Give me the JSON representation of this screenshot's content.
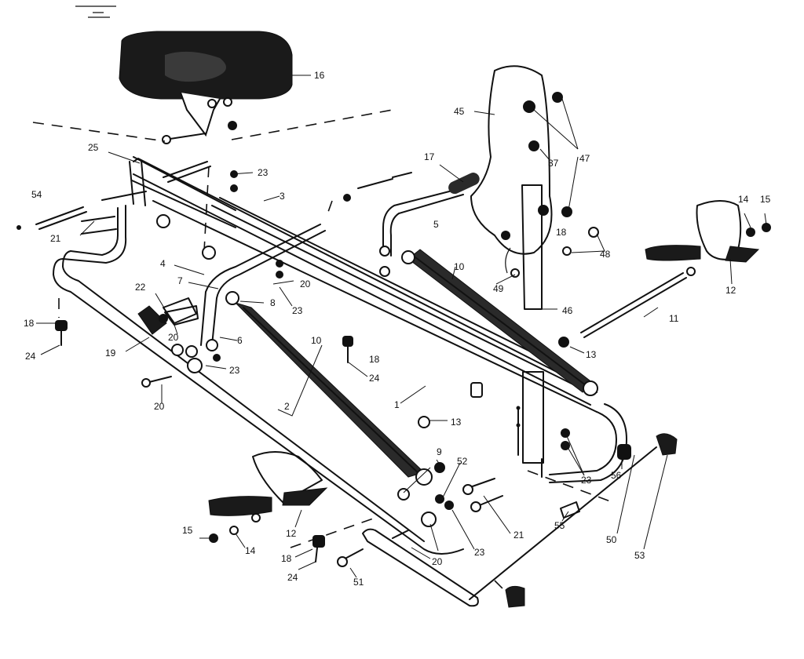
{
  "labels": {
    "l16": "16",
    "l25": "25",
    "l54": "54",
    "l21a": "21",
    "l23a": "23",
    "l3": "3",
    "l17": "17",
    "l5": "5",
    "l45": "45",
    "l47": "47",
    "l37": "37",
    "l18a": "18",
    "l48": "48",
    "l14a": "14",
    "l15a": "15",
    "l12a": "12",
    "l10a": "10",
    "l11": "11",
    "l13a": "13",
    "l49": "49",
    "l46": "46",
    "l4": "4",
    "l7": "7",
    "l20a": "20",
    "l8": "8",
    "l23b": "23",
    "l22": "22",
    "l20b": "20",
    "l6": "6",
    "l23c": "23",
    "l18b": "18",
    "l24a": "24",
    "l19": "19",
    "l10b": "10",
    "l18c": "18",
    "l24b": "24",
    "l1": "1",
    "l20c": "20",
    "l2": "2",
    "l13b": "13",
    "l9": "9",
    "l52": "52",
    "l23d": "23",
    "l56": "56",
    "l55": "55",
    "l21b": "21",
    "l23e": "23",
    "l50": "50",
    "l53": "53",
    "l12b": "12",
    "l15b": "15",
    "l14b": "14",
    "l18d": "18",
    "l24c": "24",
    "l51": "51",
    "l20d": "20"
  }
}
